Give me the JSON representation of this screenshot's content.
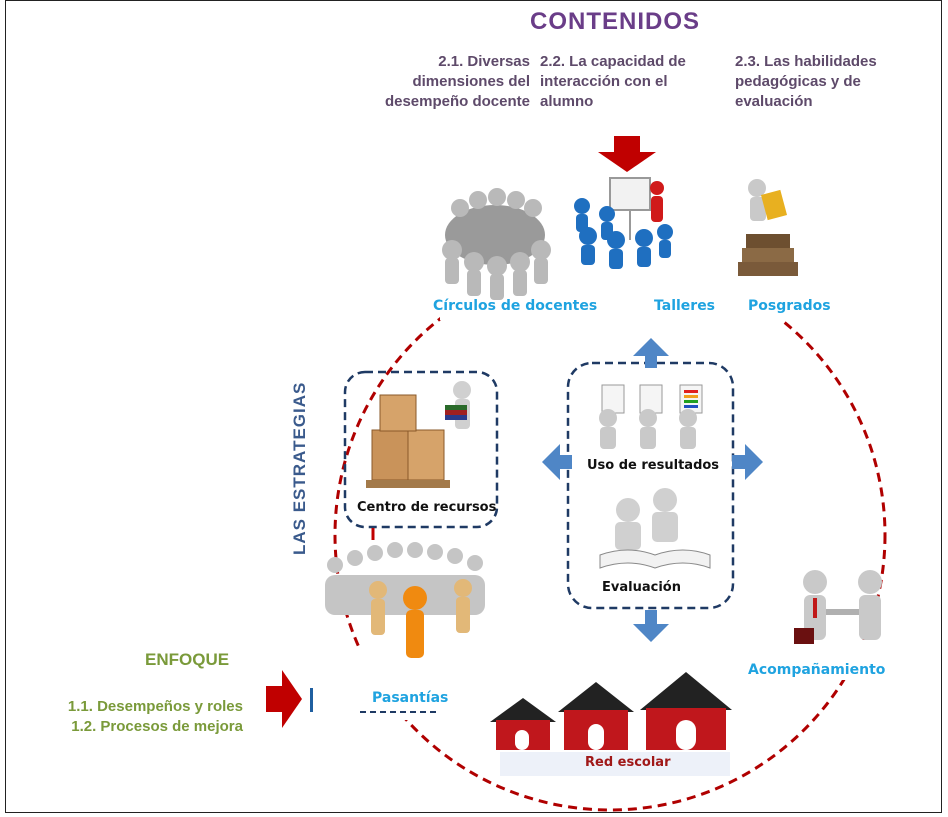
{
  "title": "CONTENIDOS",
  "contenidos": [
    "2.1. Diversas dimensiones del desempeño docente",
    "2.2. La capacidad de interacción con el alumno",
    "2.3. Las habilidades pedagógicas y de evaluación"
  ],
  "strategies_title": "LAS ESTRATEGIAS",
  "labels": {
    "circulos": "Círculos de docentes",
    "talleres": "Talleres",
    "posgrados": "Posgrados",
    "centro": "Centro de recursos",
    "uso": "Uso de resultados",
    "evaluacion": "Evaluación",
    "pasantias": "Pasantías",
    "acompanamiento": "Acompañamiento",
    "red": "Red escolar"
  },
  "enfoque": {
    "title": "ENFOQUE",
    "items": [
      "1.1. Desempeños y roles",
      "1.2. Procesos de mejora"
    ]
  },
  "colors": {
    "title": "#6a3d88",
    "label_blue": "#1fa3e0",
    "enfoque_green": "#7a9a3a",
    "arrow_red": "#c00000",
    "arrow_blue": "#4f86c6",
    "dashed_red": "#b00000",
    "dashed_navy": "#1f3a64",
    "house_red": "#c0171c"
  },
  "icons": [
    "group-circle-icon",
    "teacher-board-icon",
    "reader-books-icon",
    "boxes-person-icon",
    "results-charts-icon",
    "evaluation-readers-icon",
    "crowd-icon",
    "handshake-icon",
    "school-house-icon"
  ]
}
